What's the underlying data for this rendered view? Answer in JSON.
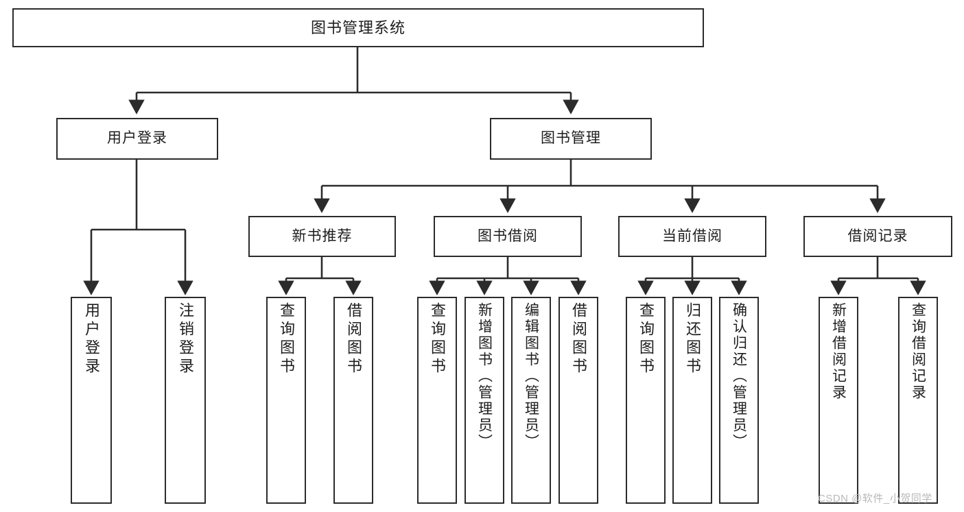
{
  "diagram": {
    "title": "图书管理系统",
    "type": "tree-structure-chart",
    "watermark": "CSDN @软件_小贺同学",
    "colors": {
      "background": "#ffffff",
      "box_border": "#2b2b2b",
      "box_fill": "#ffffff",
      "connector": "#2b2b2b",
      "text": "#1d1d1d",
      "watermark": "#b8b8b8"
    },
    "nodes": {
      "root": {
        "label": "图书管理系统"
      },
      "level1": [
        {
          "label": "用户登录"
        },
        {
          "label": "图书管理"
        }
      ],
      "level2": [
        {
          "label": "新书推荐"
        },
        {
          "label": "图书借阅"
        },
        {
          "label": "当前借阅"
        },
        {
          "label": "借阅记录"
        }
      ],
      "leaves": {
        "user_login": [
          {
            "label": "用户登录"
          },
          {
            "label": "注销登录"
          }
        ],
        "new_book_recommend": [
          {
            "label": "查询图书"
          },
          {
            "label": "借阅图书"
          }
        ],
        "book_borrow": [
          {
            "label": "查询图书"
          },
          {
            "label": "新增图书（管理员）"
          },
          {
            "label": "编辑图书（管理员）"
          },
          {
            "label": "借阅图书"
          }
        ],
        "current_borrow": [
          {
            "label": "查询图书"
          },
          {
            "label": "归还图书"
          },
          {
            "label": "确认归还（管理员）"
          }
        ],
        "borrow_record": [
          {
            "label": "新增借阅记录"
          },
          {
            "label": "查询借阅记录"
          }
        ]
      }
    }
  }
}
